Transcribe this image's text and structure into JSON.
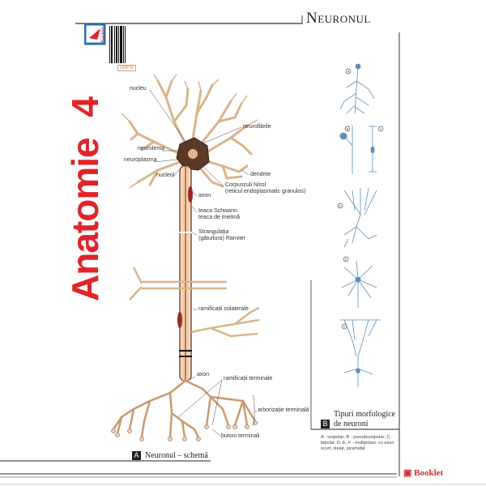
{
  "header": {
    "title": "Neuronul",
    "series_title": "Anatomie",
    "series_number": "4",
    "publisher": "Booklet",
    "code": "GMP36"
  },
  "colors": {
    "accent_red": "#e1232a",
    "neuron_tan": "#d9b48a",
    "myelin_brown": "#7a2b1a",
    "types_blue": "#5a8fb8"
  },
  "panel_a": {
    "letter": "A",
    "caption": "Neuronul – schemă",
    "labels": {
      "nucleu": "nucleu",
      "neurofibrile": "neurofibrile",
      "neurolema": "neurolema",
      "neuroplasma": "neuroplasma",
      "nucleol": "nucleol",
      "dendrite": "dendrite",
      "nissl_1": "Corpusculi Nissl",
      "nissl_2": "(reticul endoplasmatic granulos)",
      "axon_top": "axon",
      "teaca_schwann": "teaca Schwann",
      "teaca_mielina": "teaca de mielină",
      "ranvier_1": "Strangulația",
      "ranvier_2": "(gâtuitura) Ranvier",
      "colaterale": "ramificații colaterale",
      "axon_bottom": "axon",
      "ram_terminale": "ramificații terminale",
      "arborizatie": "arborizație terminală",
      "butoni": "butoni terminali"
    }
  },
  "panel_b": {
    "letter": "B",
    "caption_1": "Tipuri morfologice",
    "caption_2": "de neuroni",
    "neuron_letters": [
      "A",
      "B",
      "C",
      "D",
      "E",
      "F"
    ],
    "legend": "A - unipolar; B - pseudounipolar; C - bipolar; D, E, F - multipolari: cu axon scurt, stelat, piramidal"
  }
}
